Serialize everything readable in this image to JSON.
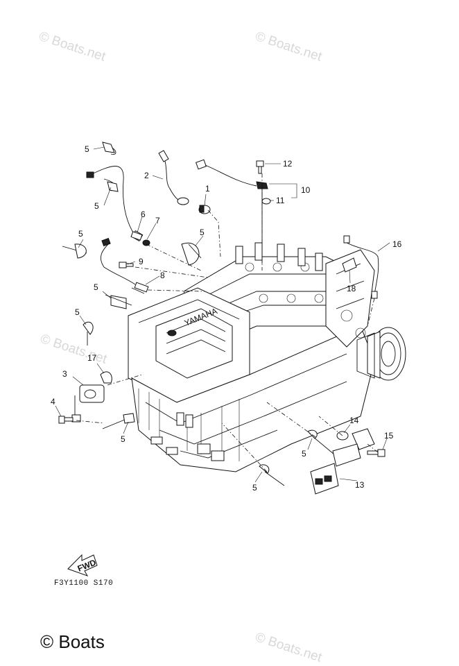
{
  "watermarks": {
    "top_left": "© Boats.net",
    "top_right": "© Boats.net",
    "mid_left": "© Boats.net",
    "bottom_left": "© Boats",
    "bottom_right": "© Boats.net"
  },
  "diagram_code": "F3Y1100 S170",
  "fwd_label": "FWD",
  "callouts": {
    "c1": "1",
    "c2": "2",
    "c3": "3",
    "c4": "4",
    "c5a": "5",
    "c5b": "5",
    "c5c": "5",
    "c5d": "5",
    "c5e": "5",
    "c5f": "5",
    "c5g": "5",
    "c5h": "5",
    "c6": "6",
    "c7": "7",
    "c8": "8",
    "c9": "9",
    "c10": "10",
    "c11": "11",
    "c12": "12",
    "c13": "13",
    "c14": "14",
    "c15": "15",
    "c16": "16",
    "c17": "17",
    "c18": "18"
  }
}
